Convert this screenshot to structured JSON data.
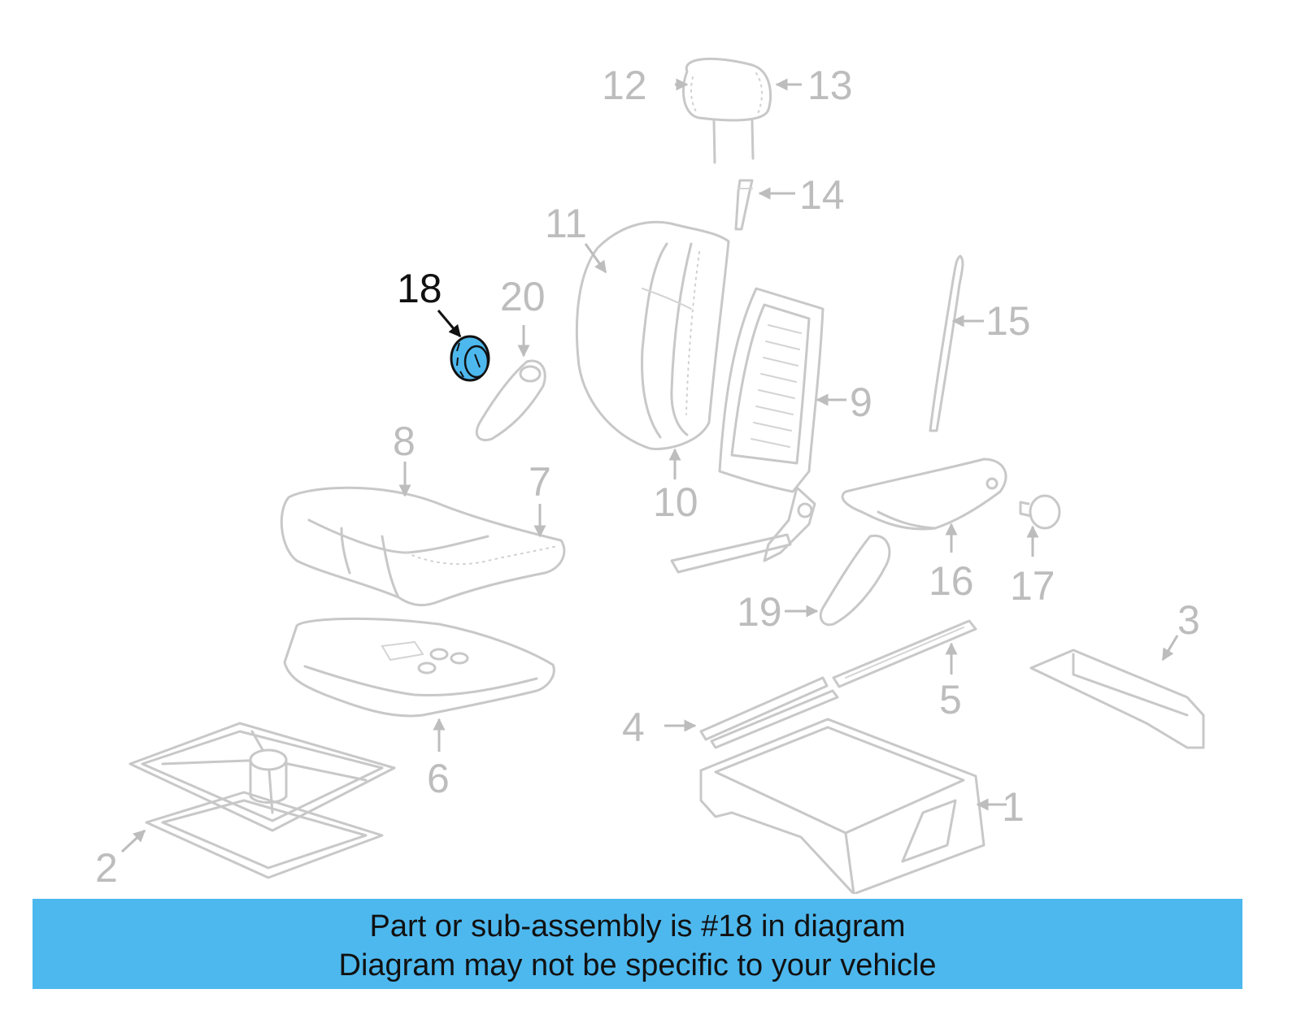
{
  "highlight_color": "#4db8ee",
  "part_outline_color": "#c8c8c8",
  "callouts": [
    "1",
    "2",
    "3",
    "4",
    "5",
    "6",
    "7",
    "8",
    "9",
    "10",
    "11",
    "12",
    "13",
    "14",
    "15",
    "16",
    "17",
    "18",
    "19",
    "20"
  ],
  "highlighted_callout": "18",
  "banner": {
    "line1": "Part or sub-assembly is #18 in diagram",
    "line2": "Diagram may not be specific to your vehicle"
  }
}
